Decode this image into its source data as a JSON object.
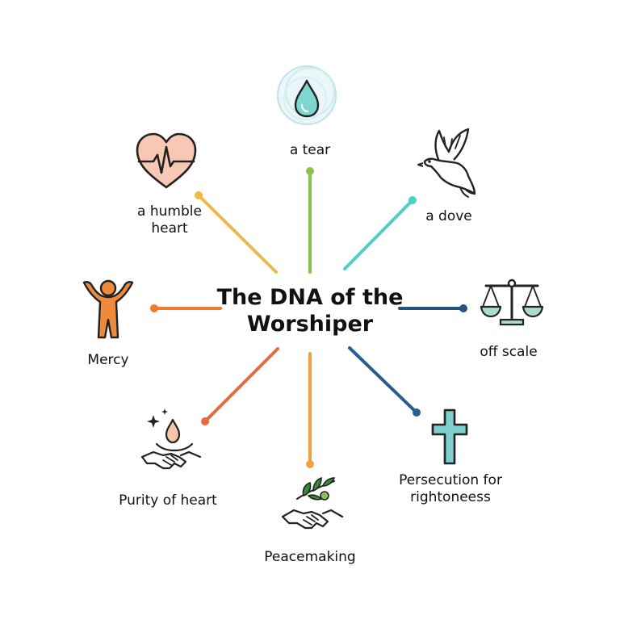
{
  "center": {
    "line1": "The DNA of the",
    "line2": "Worshiper"
  },
  "nodes": [
    {
      "id": "tear",
      "line1": "a tear",
      "line2": "",
      "color": "#8BC34A",
      "icon": "water-drop-icon"
    },
    {
      "id": "dove",
      "line1": "a dove",
      "line2": "",
      "color": "#4DD0C4",
      "icon": "dove-icon"
    },
    {
      "id": "scale",
      "line1": "off scale",
      "line2": "",
      "color": "#23527C",
      "icon": "balance-scale-icon"
    },
    {
      "id": "persecution",
      "line1": "Persecution for",
      "line2": "rightoneess",
      "color": "#2A5D8F",
      "icon": "cross-icon"
    },
    {
      "id": "peacemaking",
      "line1": "Peacemaking",
      "line2": "",
      "color": "#F0A040",
      "icon": "handshake-olive-branch-icon"
    },
    {
      "id": "purity",
      "line1": "Purity of heart",
      "line2": "",
      "color": "#E86A3A",
      "icon": "handshake-drop-icon"
    },
    {
      "id": "mercy",
      "line1": "Mercy",
      "line2": "",
      "color": "#EE7B30",
      "icon": "person-raised-arms-icon"
    },
    {
      "id": "humble",
      "line1": "a humble",
      "line2": "heart",
      "color": "#F0B84A",
      "icon": "heart-heartbeat-icon"
    }
  ],
  "palette": {
    "text": "#111111",
    "outline": "#222222",
    "heart_fill": "#F8C8B4",
    "drop_fill": "#7FD6D0",
    "scale_fill": "#A8DCD0",
    "cross_fill": "#7FCFD0",
    "person_fill": "#EE8A3A",
    "leaf_fill": "#3A8A3A",
    "peach_fill": "#F6C6A8"
  }
}
